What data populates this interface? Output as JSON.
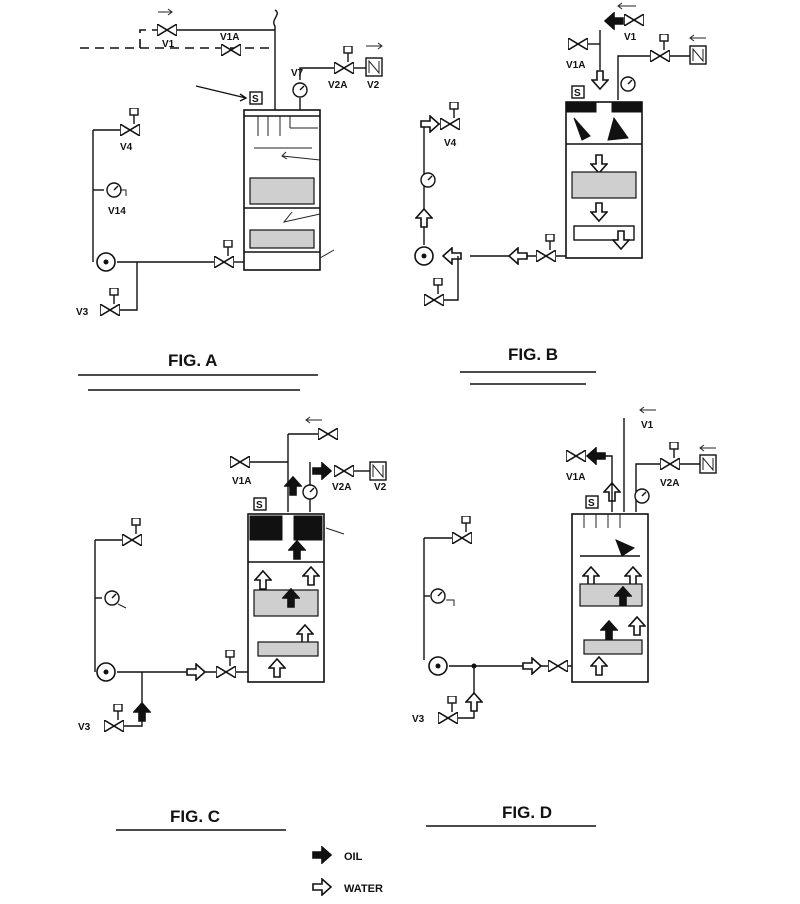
{
  "figures": {
    "a": {
      "caption": "FIG. A",
      "labels": {
        "v1": "V1",
        "v1a": "V1A",
        "v7": "V7",
        "v2a": "V2A",
        "v2": "V2",
        "v4": "V4",
        "v14": "V14",
        "v3": "V3",
        "s": "S"
      }
    },
    "b": {
      "caption": "FIG. B",
      "labels": {
        "v1": "V1",
        "v1a": "V1A",
        "v4": "V4",
        "s": "S"
      }
    },
    "c": {
      "caption": "FIG. C",
      "labels": {
        "v1a": "V1A",
        "v2a": "V2A",
        "v2": "V2",
        "v3": "V3",
        "s": "S"
      }
    },
    "d": {
      "caption": "FIG. D",
      "labels": {
        "v1": "V1",
        "v1a": "V1A",
        "v2a": "V2A",
        "v3": "V3",
        "s": "S"
      }
    }
  },
  "legend": {
    "oil": "OIL",
    "water": "WATER"
  }
}
